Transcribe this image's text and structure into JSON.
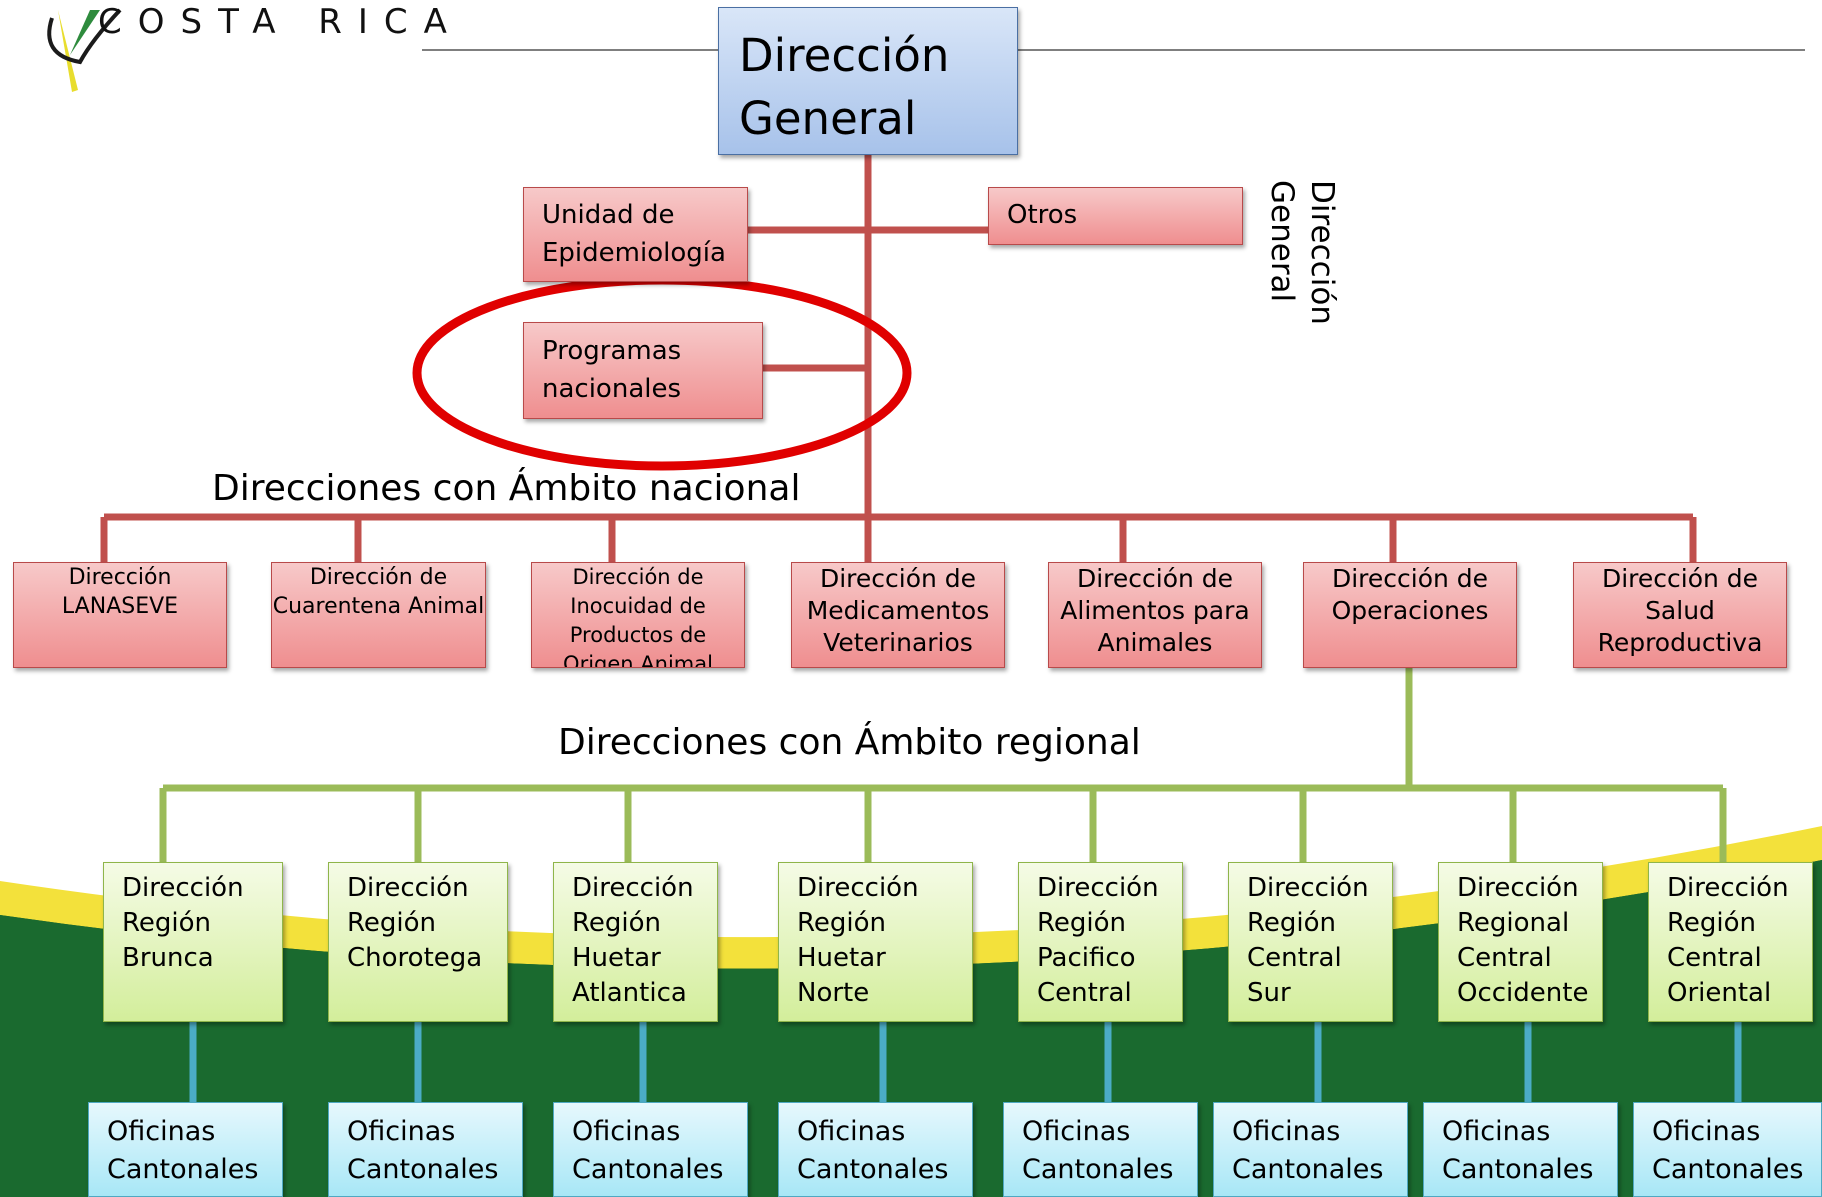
{
  "logo": {
    "text": "COSTA RICA"
  },
  "top": {
    "label": "Dirección\nGeneral"
  },
  "vertical_label": "Dirección\nGeneral",
  "staff": {
    "epidemiologia": "Unidad de\nEpidemiología",
    "otros": "Otros",
    "programas": "Programas\nnacionales"
  },
  "headings": {
    "nacional": "Direcciones con Ámbito nacional",
    "regional": "Direcciones con Ámbito regional"
  },
  "national_units": [
    "Dirección\nLANASEVE",
    "Dirección de\nCuarentena Animal",
    "Dirección de\nInocuidad de\nProductos de\nOrigen Animal",
    "Dirección de\nMedicamentos\nVeterinarios",
    "Dirección de\nAlimentos para\nAnimales",
    "Dirección de\nOperaciones",
    "Dirección de\nSalud\nReproductiva"
  ],
  "regional_units": [
    "Dirección\nRegión\nBrunca",
    "Dirección\nRegión\nChorotega",
    "Dirección\nRegión\nHuetar\nAtlantica",
    "Dirección\nRegión\nHuetar\nNorte",
    "Dirección\nRegión\nPacifico\nCentral",
    "Dirección\nRegión\nCentral\nSur",
    "Dirección\nRegional\nCentral\nOccidente",
    "Dirección\nRegión\nCentral\nOriental"
  ],
  "offices": [
    "Oficinas\nCantonales",
    "Oficinas\nCantonales",
    "Oficinas\nCantonales",
    "Oficinas\nCantonales",
    "Oficinas\nCantonales",
    "Oficinas\nCantonales",
    "Oficinas\nCantonales",
    "Oficinas\nCantonales"
  ],
  "colors": {
    "red_line": "#c0504d",
    "green_line": "#9bbb59",
    "cyan_line": "#4bacc6",
    "highlight": "#e00000"
  }
}
